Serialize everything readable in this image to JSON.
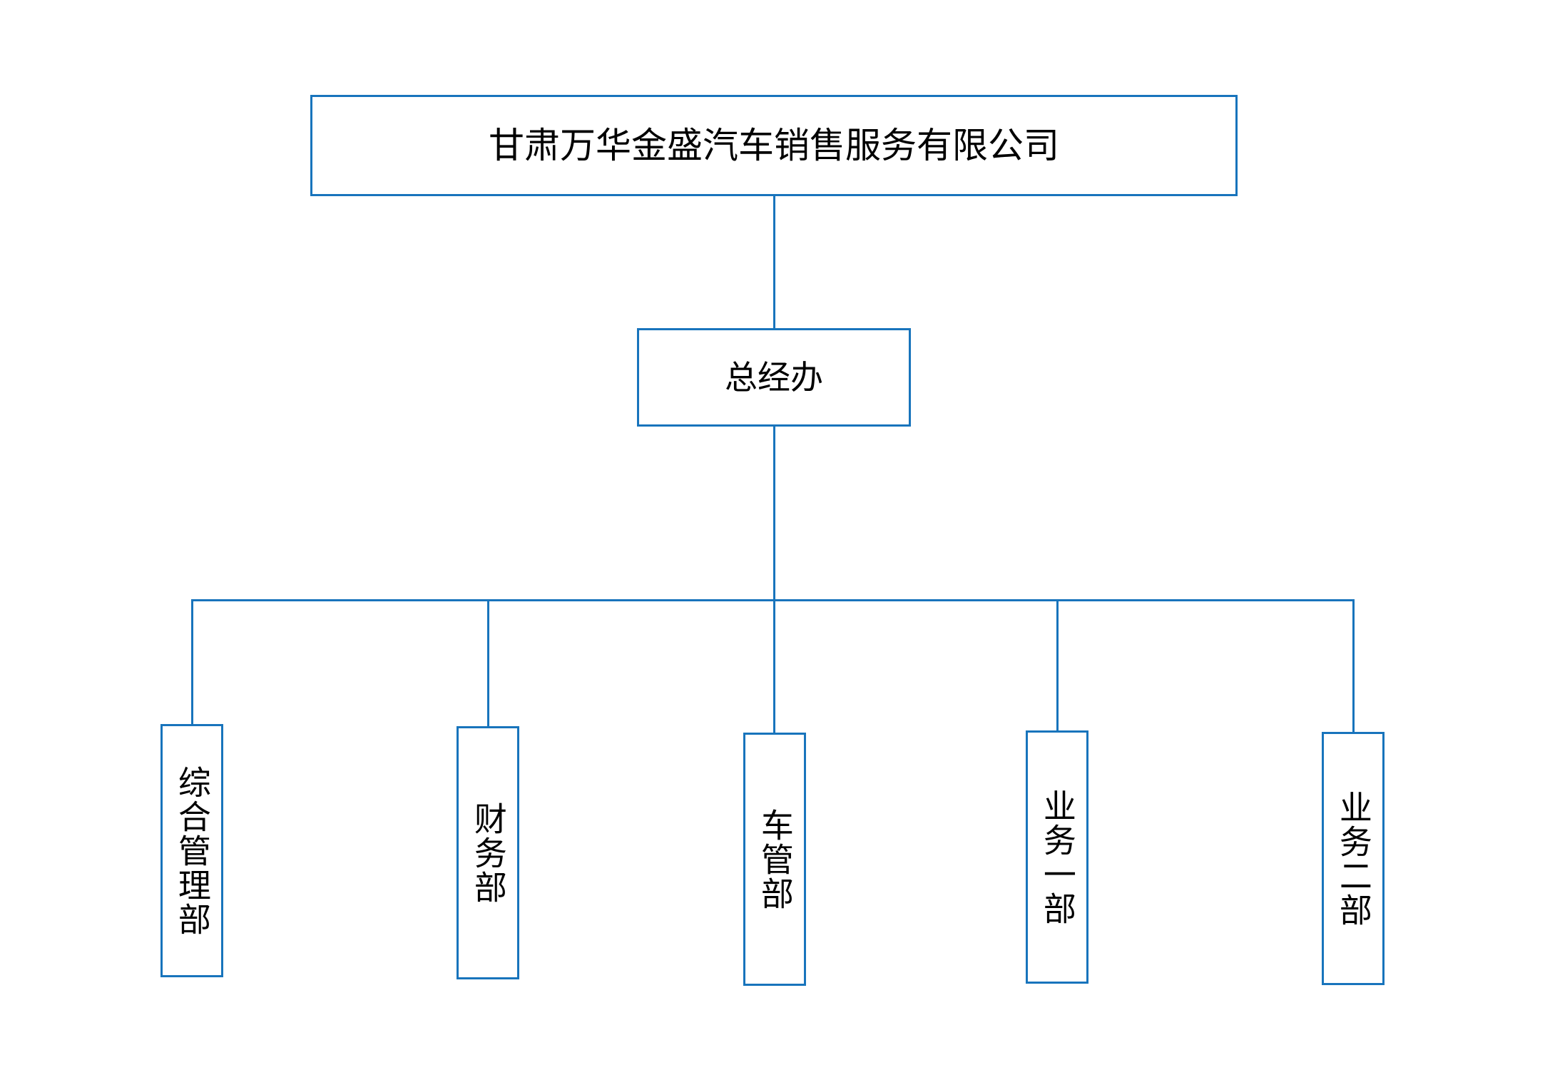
{
  "chart_data": {
    "type": "diagram",
    "diagram_kind": "organization-chart",
    "orientation": "top-down",
    "title": "甘肃万华金盛汽车销售服务有限公司",
    "stroke_color": "#1874BC",
    "text_color": "#000000",
    "background_color": "#FFFFFF",
    "levels": 3,
    "nodes": [
      {
        "id": "root",
        "label": "甘肃万华金盛汽车销售服务有限公司",
        "level": 1,
        "text_direction": "horizontal"
      },
      {
        "id": "gm",
        "label": "总经办",
        "level": 2,
        "text_direction": "horizontal"
      },
      {
        "id": "dept1",
        "label": "综合管理部",
        "level": 3,
        "text_direction": "vertical"
      },
      {
        "id": "dept2",
        "label": "财务部",
        "level": 3,
        "text_direction": "vertical"
      },
      {
        "id": "dept3",
        "label": "车管部",
        "level": 3,
        "text_direction": "vertical"
      },
      {
        "id": "dept4",
        "label": "业务一部",
        "level": 3,
        "text_direction": "vertical"
      },
      {
        "id": "dept5",
        "label": "业务二部",
        "level": 3,
        "text_direction": "vertical"
      }
    ],
    "edges": [
      {
        "from": "root",
        "to": "gm"
      },
      {
        "from": "gm",
        "to": "dept1"
      },
      {
        "from": "gm",
        "to": "dept2"
      },
      {
        "from": "gm",
        "to": "dept3"
      },
      {
        "from": "gm",
        "to": "dept4"
      },
      {
        "from": "gm",
        "to": "dept5"
      }
    ]
  },
  "chart": {
    "root": {
      "label": "甘肃万华金盛汽车销售服务有限公司"
    },
    "general_office": {
      "label": "总经办"
    },
    "departments": [
      {
        "label": "综合管理部"
      },
      {
        "label": "财务部"
      },
      {
        "label": "车管部"
      },
      {
        "label": "业务一部"
      },
      {
        "label": "业务二部"
      }
    ]
  },
  "colors": {
    "stroke": "#1874BC",
    "text": "#000000",
    "background": "#FFFFFF"
  }
}
